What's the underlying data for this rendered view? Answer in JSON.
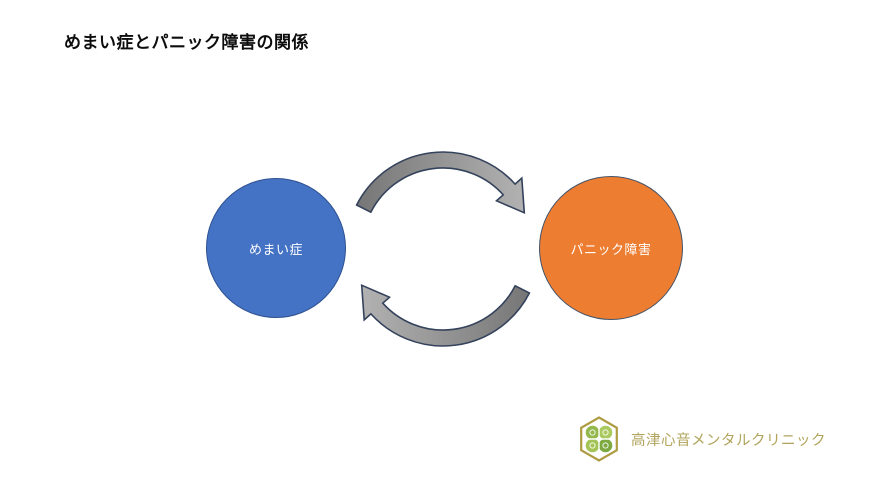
{
  "slide": {
    "title": "めまい症とパニック障害の関係"
  },
  "diagram": {
    "left_node": {
      "label": "めまい症",
      "fill": "#4472C4",
      "border": "#2F528F",
      "text_color": "#FFFFFF"
    },
    "right_node": {
      "label": "パニック障害",
      "fill": "#ED7D31",
      "border": "#44546A",
      "text_color": "#FFFFFF"
    },
    "cycle_arrows": {
      "fill_start": "#767676",
      "fill_end": "#b2b2b2",
      "outline": "#34425c"
    }
  },
  "footer_logo": {
    "clinic_name": "高津心音メンタルクリニック",
    "text_color": "#b2a45c",
    "hexagon_color": "#ae9c42",
    "leaf_colors": [
      "#93b84d",
      "#aac95e",
      "#a4c455",
      "#7da941"
    ]
  }
}
